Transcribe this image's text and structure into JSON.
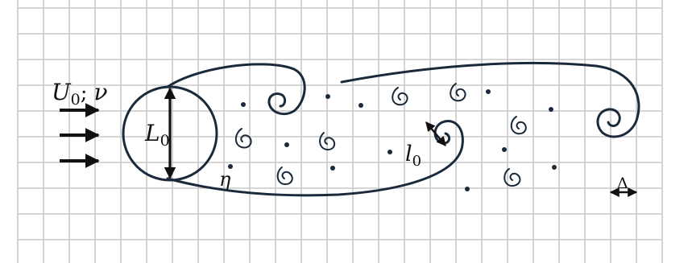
{
  "labels": {
    "inflow_velocity": "U",
    "inflow_velocity_sub": "0",
    "separator": ";",
    "viscosity": "ν",
    "body_size": "L",
    "body_size_sub": "0",
    "eddy_size": "l",
    "eddy_size_sub": "0",
    "kolmogorov_scale": "η",
    "grid_spacing": "Δ"
  },
  "colors": {
    "ink": "#1a2a3a",
    "grid": "#c9c9c9",
    "background": "#ffffff"
  },
  "icons": {
    "inflow_arrows": "arrow-right-icon",
    "eddies": "spiral-icon",
    "measurements": "double-headed-arrow-icon"
  }
}
